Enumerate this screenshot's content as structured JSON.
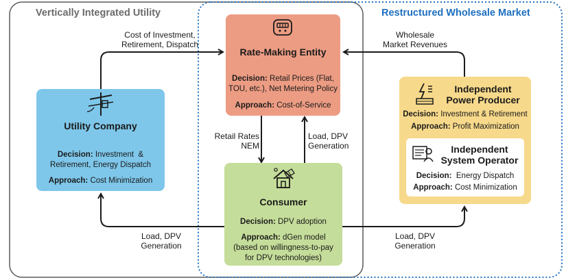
{
  "regions": {
    "vertically_integrated": "Vertically Integrated Utility",
    "restructured": "Restructured  Wholesale Market"
  },
  "rate_making": {
    "title": "Rate-Making Entity",
    "decision_label": "Decision:",
    "decision_line1": " Retail Prices (Flat,",
    "decision_line2": "TOU, etc.), Net Metering Policy",
    "approach_label": "Approach:",
    "approach_value": " Cost-of-Service"
  },
  "utility": {
    "title": "Utility Company",
    "decision_label": "Decision:",
    "decision_line1": " Investment  &",
    "decision_line2": "Retirement, Energy Dispatch",
    "approach_label": "Approach:",
    "approach_value": " Cost Minimization"
  },
  "consumer": {
    "title": "Consumer",
    "decision_label": "Decision:",
    "decision_value": " DPV adoption",
    "approach_label": "Approach:",
    "approach_line1": " dGen model",
    "approach_line2": "(based on willingness-to-pay",
    "approach_line3": "for DPV technologies)"
  },
  "ipp": {
    "title_line1": "Independent",
    "title_line2": "Power Producer",
    "decision_label": "Decision:",
    "decision_value": " Investment & Retirement",
    "approach_label": "Approach:",
    "approach_value": " Profit Maximization"
  },
  "iso": {
    "title_line1": "Independent",
    "title_line2": "System Operator",
    "decision_label": "Decision:",
    "decision_value": "  Energy Dispatch",
    "approach_label": "Approach:",
    "approach_value": " Cost Minimization"
  },
  "edges": {
    "cost_line1": "Cost of Investment,",
    "cost_line2": "Retirement, Dispatch",
    "wholesale_line1": "Wholesale",
    "wholesale_line2": "Market Revenues",
    "retail_line1": "Retail Rates",
    "retail_line2": "NEM",
    "load_up_line1": "Load, DPV",
    "load_up_line2": "Generation",
    "load_left_line1": "Load, DPV",
    "load_left_line2": "Generation",
    "load_right_line1": "Load, DPV",
    "load_right_line2": "Generation"
  },
  "colors": {
    "rate_making": "#ec9c83",
    "utility": "#7ec7ea",
    "consumer": "#c5dd9a",
    "ipp": "#f7d98b",
    "restructured_border": "#1e6fbf",
    "vi_border": "#5a5a5a"
  }
}
